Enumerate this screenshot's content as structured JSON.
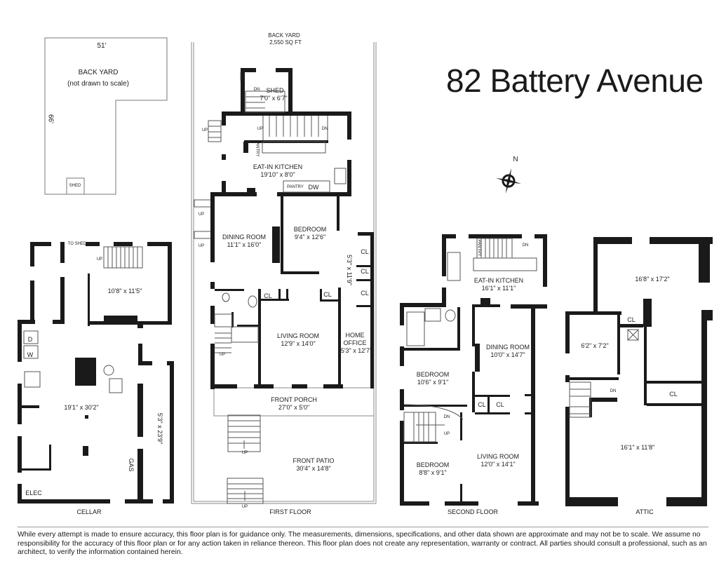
{
  "title": "82 Battery Avenue",
  "compass": {
    "label": "N",
    "icon": "compass-rose-icon"
  },
  "backyard_inset": {
    "title": "BACK YARD",
    "subtitle": "(not drawn to scale)",
    "width_label": "51'",
    "depth_label": "66'",
    "shed_label": "SHED"
  },
  "floors": {
    "cellar": {
      "caption": "CELLAR",
      "rooms": [
        {
          "name": "",
          "dims": "10'8\" x 11'5\""
        },
        {
          "name": "",
          "dims": "19'1\" x 30'2\""
        },
        {
          "name": "",
          "dims": "5'3\" x 23'9\""
        }
      ],
      "labels": {
        "to_shed": "TO SHED",
        "up": "UP",
        "dryer": "D",
        "washer": "W",
        "gas": "GAS",
        "elec": "ELEC"
      }
    },
    "first": {
      "caption": "FIRST FLOOR",
      "backyard": {
        "name": "BACK YARD",
        "area": "2,550 SQ FT"
      },
      "rooms": [
        {
          "name": "SHED",
          "dims": "7'0\" x 6'7\""
        },
        {
          "name": "EAT-IN KITCHEN",
          "dims": "19'10\" x 8'0\""
        },
        {
          "name": "DINING ROOM",
          "dims": "11'1\" x 16'0\""
        },
        {
          "name": "BEDROOM",
          "dims": "9'4\" x 12'6\""
        },
        {
          "name": "",
          "dims": "5'3\" x 11'9\""
        },
        {
          "name": "LIVING ROOM",
          "dims": "12'9\" x 14'0\""
        },
        {
          "name": "HOME OFFICE",
          "name_line1": "HOME",
          "name_line2": "OFFICE",
          "dims": "5'3\" x 12'7\""
        },
        {
          "name": "FRONT PORCH",
          "dims": "27'0\" x 5'0\""
        },
        {
          "name": "FRONT PATIO",
          "dims": "30'4\" x 14'8\""
        }
      ],
      "labels": {
        "up": "UP",
        "dn": "DN",
        "pantry": "PANTRY",
        "dw": "DW",
        "cl": "CL"
      }
    },
    "second": {
      "caption": "SECOND FLOOR",
      "rooms": [
        {
          "name": "EAT-IN KITCHEN",
          "dims": "16'1\" x 11'1\""
        },
        {
          "name": "DINING ROOM",
          "dims": "10'0\" x 14'7\""
        },
        {
          "name": "BEDROOM",
          "dims": "10'6\" x 9'1\""
        },
        {
          "name": "LIVING ROOM",
          "dims": "12'0\" x 14'1\""
        },
        {
          "name": "BEDROOM",
          "dims": "8'8\" x 9'1\""
        }
      ],
      "labels": {
        "up": "UP",
        "dn": "DN",
        "pantry": "PANTRY",
        "cl": "CL"
      }
    },
    "attic": {
      "caption": "ATTIC",
      "rooms": [
        {
          "name": "",
          "dims": "16'8\" x 17'2\""
        },
        {
          "name": "",
          "dims": "6'2\" x 7'2\""
        },
        {
          "name": "",
          "dims": "16'1\" x 11'8\""
        }
      ],
      "labels": {
        "dn": "DN",
        "cl": "CL"
      }
    }
  },
  "disclaimer": "While every attempt is made to ensure accuracy, this floor plan is for guidance only. The measurements, dimensions, specifications, and other data shown are approximate and may not be to scale. We assume no responsibility for the accuracy of this floor plan or for any action taken in reliance thereon. This floor plan does not create any representation, warranty or contract. All parties should consult a professional, such as an architect, to verify the information contained herein."
}
